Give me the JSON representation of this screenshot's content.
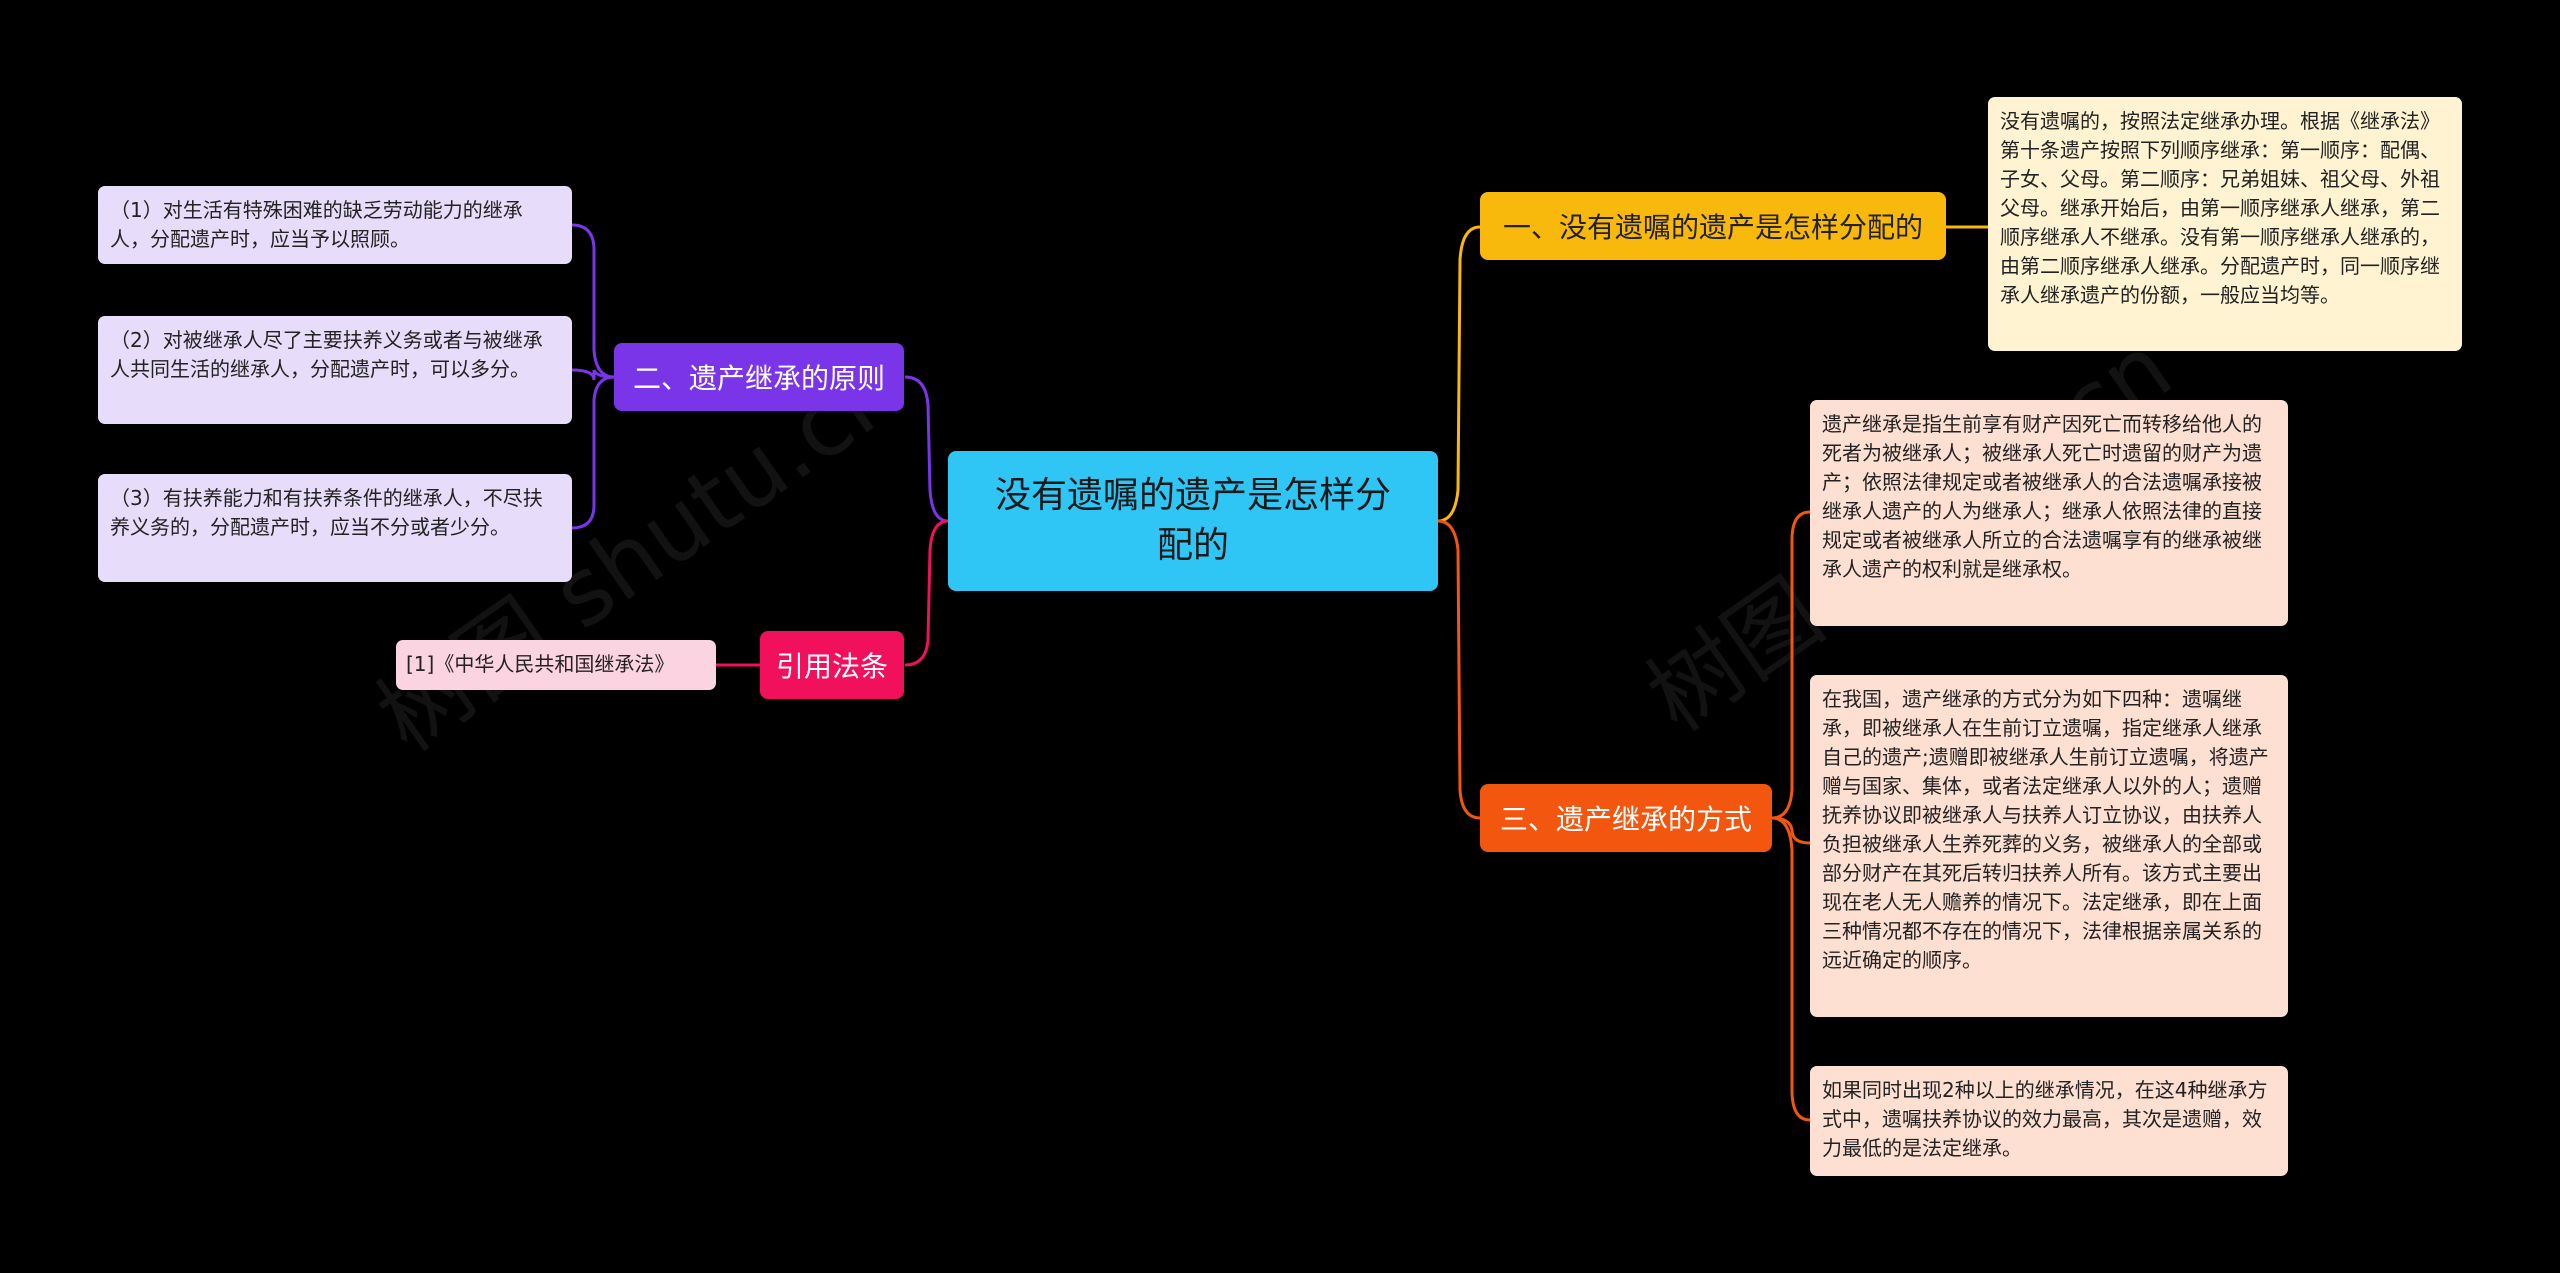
{
  "root": {
    "title": "没有遗嘱的遗产是怎样分配的"
  },
  "branches": {
    "b1": {
      "label": "一、没有遗嘱的遗产是怎样分配的"
    },
    "b2": {
      "label": "二、遗产继承的原则"
    },
    "b3": {
      "label": "三、遗产继承的方式"
    },
    "b4": {
      "label": "引用法条"
    }
  },
  "leaves": {
    "b1_1": "没有遗嘱的，按照法定继承办理。根据《继承法》第十条遗产按照下列顺序继承：第一顺序：配偶、子女、父母。第二顺序：兄弟姐妹、祖父母、外祖父母。继承开始后，由第一顺序继承人继承，第二顺序继承人不继承。没有第一顺序继承人继承的，由第二顺序继承人继承。分配遗产时，同一顺序继承人继承遗产的份额，一般应当均等。",
    "b2_1": "（1）对生活有特殊困难的缺乏劳动能力的继承人，分配遗产时，应当予以照顾。",
    "b2_2": "（2）对被继承人尽了主要扶养义务或者与被继承人共同生活的继承人，分配遗产时，可以多分。",
    "b2_3": "（3）有扶养能力和有扶养条件的继承人，不尽扶养义务的，分配遗产时，应当不分或者少分。",
    "b3_1": "遗产继承是指生前享有财产因死亡而转移给他人的死者为被继承人；被继承人死亡时遗留的财产为遗产；依照法律规定或者被继承人的合法遗嘱承接被继承人遗产的人为继承人；继承人依照法律的直接规定或者被继承人所立的合法遗嘱享有的继承被继承人遗产的权利就是继承权。",
    "b3_2": "在我国，遗产继承的方式分为如下四种：遗嘱继承，即被继承人在生前订立遗嘱，指定继承人继承自己的遗产;遗赠即被继承人生前订立遗嘱，将遗产赠与国家、集体，或者法定继承人以外的人；遗赠抚养协议即被继承人与扶养人订立协议，由扶养人负担被继承人生养死葬的义务，被继承人的全部或部分财产在其死后转归扶养人所有。该方式主要出现在老人无人赡养的情况下。法定继承，即在上面三种情况都不存在的情况下，法律根据亲属关系的远近确定的顺序。",
    "b3_3": "如果同时出现2种以上的继承情况，在这4种继承方式中，遗嘱扶养协议的效力最高，其次是遗赠，效力最低的是法定继承。",
    "b4_1": "[1]《中华人民共和国继承法》"
  },
  "watermarks": [
    "树图 shutu.cn",
    "树图 shutu.cn"
  ],
  "colors": {
    "background": "#000000",
    "root": "#2fc5f5",
    "b1": "#f8b80c",
    "b1_leaf": "#fff3d2",
    "b2": "#7a35e8",
    "b2_leaf": "#e8dcfb",
    "b3": "#f2560f",
    "b3_leaf": "#fee0d2",
    "b4": "#f1105c",
    "b4_leaf": "#fcd3e1"
  }
}
